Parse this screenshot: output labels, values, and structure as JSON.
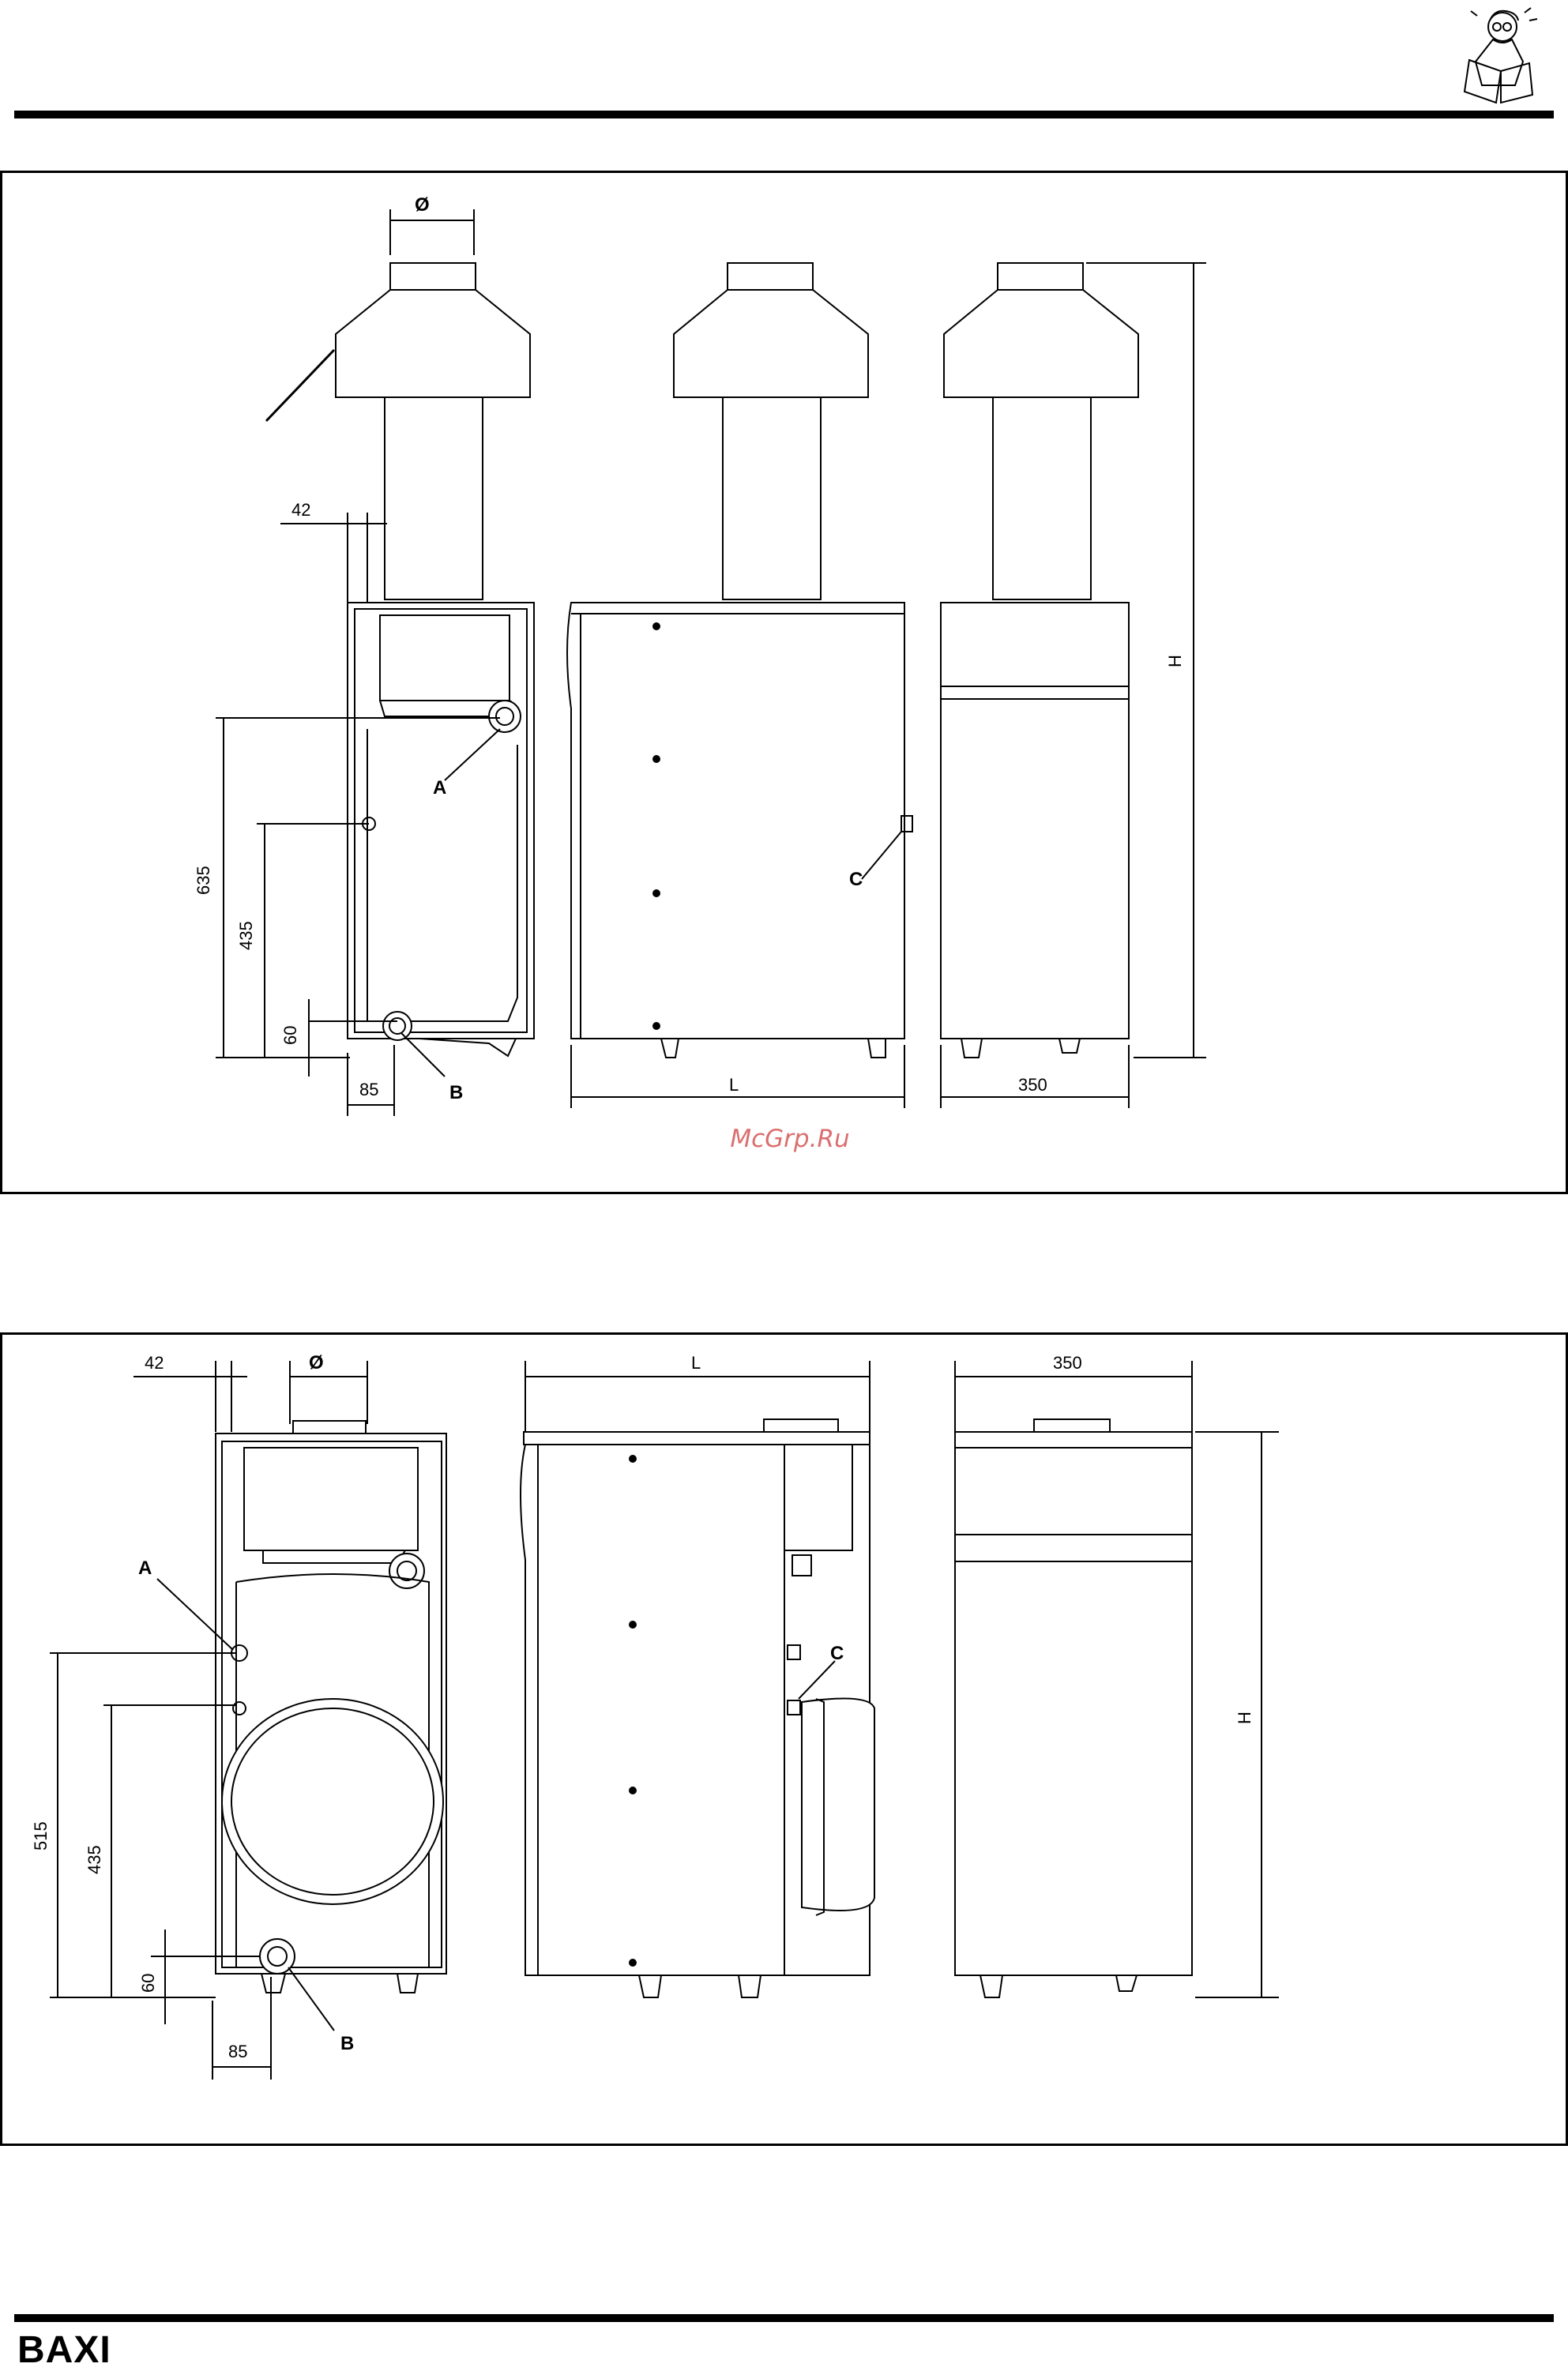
{
  "header": {
    "brand": "BAXI",
    "mascot_icon": "reading-man-icon"
  },
  "watermark": "McGrp.Ru",
  "diagram1": {
    "labels": {
      "A": "A",
      "B": "B",
      "C": "C",
      "diameter": "Ø"
    },
    "dims": {
      "d42": "42",
      "d635": "635",
      "d435": "435",
      "d60": "60",
      "d85": "85",
      "dL": "L",
      "d350": "350",
      "dH": "H"
    }
  },
  "diagram2": {
    "labels": {
      "A": "A",
      "B": "B",
      "C": "C",
      "diameter": "Ø"
    },
    "dims": {
      "d42": "42",
      "d515": "515",
      "d435": "435",
      "d60": "60",
      "d85": "85",
      "dL": "L",
      "d350": "350",
      "dH": "H"
    }
  }
}
